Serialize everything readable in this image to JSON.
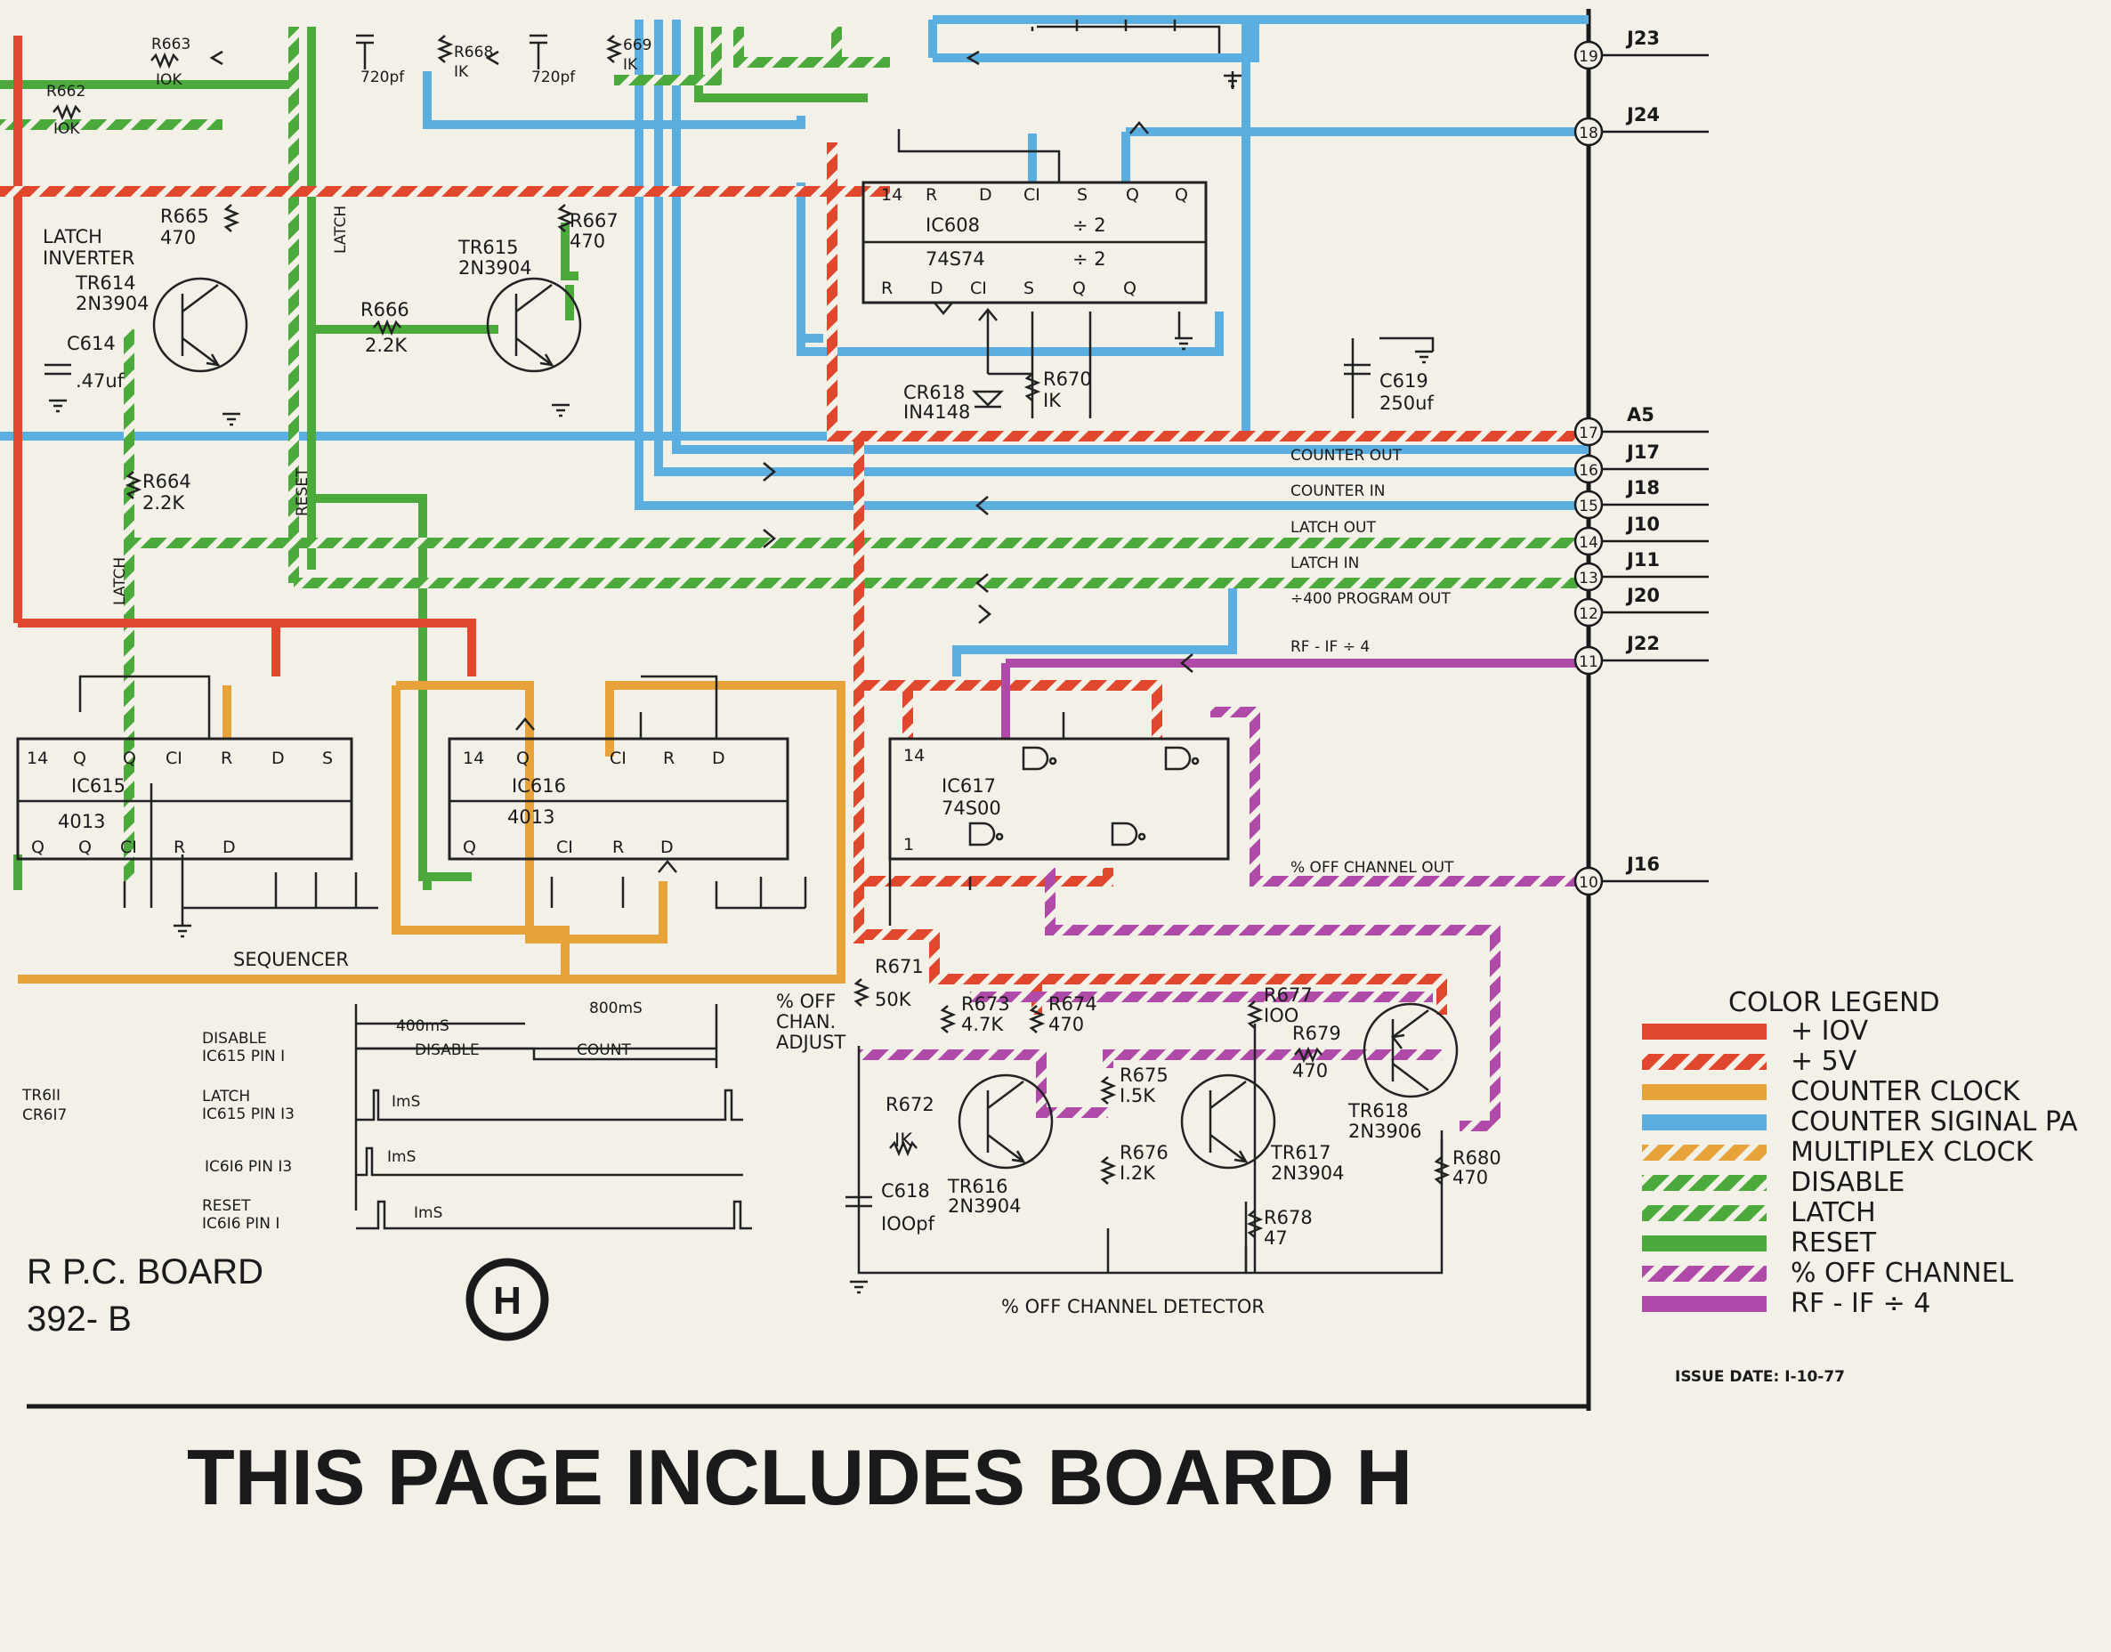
{
  "title_banner": "THIS PAGE INCLUDES BOARD H",
  "board": {
    "line1": "R P.C. BOARD",
    "line2": "392- B",
    "logo_letter": "H"
  },
  "issue_date": "ISSUE DATE: I-10-77",
  "colors": {
    "plus10v": "#e0472c",
    "plus5v": "#e0472c",
    "counter_clock": "#e8a23a",
    "counter_signal": "#5aaee0",
    "multiplex_clock": "#e8a23a",
    "disable": "#4caa3c",
    "latch": "#4caa3c",
    "reset": "#4caa3c",
    "off_channel": "#b04aa8",
    "rf_if": "#b04aa8",
    "ink": "#1a1a1a"
  },
  "legend": {
    "title": "COLOR LEGEND",
    "entries": [
      {
        "label": "+ IOV",
        "color": "#e0472c",
        "style": "solid"
      },
      {
        "label": "+ 5V",
        "color": "#e0472c",
        "style": "striped"
      },
      {
        "label": "COUNTER CLOCK",
        "color": "#e8a23a",
        "style": "solid"
      },
      {
        "label": "COUNTER SIGINAL PA",
        "color": "#5aaee0",
        "style": "solid"
      },
      {
        "label": "MULTIPLEX CLOCK",
        "color": "#e8a23a",
        "style": "striped"
      },
      {
        "label": "DISABLE",
        "color": "#4caa3c",
        "style": "striped"
      },
      {
        "label": "LATCH",
        "color": "#4caa3c",
        "style": "striped"
      },
      {
        "label": "RESET",
        "color": "#4caa3c",
        "style": "solid"
      },
      {
        "label": "% OFF CHANNEL",
        "color": "#b04aa8",
        "style": "striped"
      },
      {
        "label": "RF - IF ÷ 4",
        "color": "#b04aa8",
        "style": "solid"
      }
    ]
  },
  "connectors": [
    {
      "pin": "19",
      "name": "J23",
      "signal": ""
    },
    {
      "pin": "18",
      "name": "J24",
      "signal": ""
    },
    {
      "pin": "17",
      "name": "A5",
      "signal": ""
    },
    {
      "pin": "16",
      "name": "J17",
      "signal": "COUNTER OUT"
    },
    {
      "pin": "15",
      "name": "J18",
      "signal": "COUNTER IN"
    },
    {
      "pin": "14",
      "name": "J10",
      "signal": "LATCH OUT"
    },
    {
      "pin": "13",
      "name": "J11",
      "signal": "LATCH IN"
    },
    {
      "pin": "12",
      "name": "J20",
      "signal": "÷400 PROGRAM OUT"
    },
    {
      "pin": "11",
      "name": "J22",
      "signal": "RF - IF ÷ 4"
    },
    {
      "pin": "10",
      "name": "J16",
      "signal": "% OFF CHANNEL OUT"
    }
  ],
  "ics": {
    "ic608": {
      "ref": "IC608",
      "part": "74S74",
      "pin14": "14",
      "div1": "÷ 2",
      "div2": "÷ 2",
      "top_pins": [
        "R",
        "D",
        "CI",
        "S",
        "Q",
        "Q"
      ],
      "bottom_pins": [
        "R",
        "D",
        "CI",
        "S",
        "Q",
        "Q"
      ]
    },
    "ic615": {
      "ref": "IC615",
      "part": "4013",
      "top_pins": [
        "14",
        "Q",
        "Q",
        "CI",
        "R",
        "D",
        "S"
      ],
      "bottom_pins": [
        "Q",
        "Q",
        "CI",
        "R",
        "D"
      ]
    },
    "ic616": {
      "ref": "IC616",
      "part": "4013",
      "top_pins": [
        "14",
        "Q",
        "CI",
        "R",
        "D"
      ],
      "bottom_pins": [
        "Q",
        "CI",
        "R",
        "D"
      ]
    },
    "ic617": {
      "ref": "IC617",
      "part": "74S00",
      "pin14": "14",
      "pin1": "1"
    }
  },
  "components": {
    "r663": {
      "ref": "R663",
      "value": "IOK"
    },
    "r662": {
      "ref": "R662",
      "value": "IOK"
    },
    "c720a": {
      "value": "720pf"
    },
    "r668": {
      "ref": "R668",
      "value": "IK"
    },
    "c720b": {
      "value": "720pf"
    },
    "r669": {
      "ref": "669",
      "value": "IK"
    },
    "r665": {
      "ref": "R665",
      "value": "470"
    },
    "r667": {
      "ref": "R667",
      "value": "470"
    },
    "r666": {
      "ref": "R666",
      "value": "2.2K"
    },
    "r664": {
      "ref": "R664",
      "value": "2.2K"
    },
    "c614": {
      "ref": "C614",
      "value": ".47uf"
    },
    "tr614": {
      "ref": "TR614",
      "part": "2N3904"
    },
    "tr615": {
      "ref": "TR615",
      "part": "2N3904"
    },
    "latch_inverter": {
      "line1": "LATCH",
      "line2": "INVERTER"
    },
    "cr618": {
      "ref": "CR618",
      "part": "IN4148"
    },
    "r670": {
      "ref": "R670",
      "value": "IK"
    },
    "c619": {
      "ref": "C619",
      "value": "250uf"
    },
    "r671": {
      "ref": "R671",
      "value": "50K"
    },
    "off_adjust": {
      "line1": "% OFF",
      "line2": "CHAN.",
      "line3": "ADJUST"
    },
    "r672": {
      "ref": "R672",
      "value": "IK"
    },
    "r673": {
      "ref": "R673",
      "value": "4.7K"
    },
    "r674": {
      "ref": "R674",
      "value": "470"
    },
    "r675": {
      "ref": "R675",
      "value": "I.5K"
    },
    "r676": {
      "ref": "R676",
      "value": "I.2K"
    },
    "r677": {
      "ref": "R677",
      "value": "IOO"
    },
    "r678": {
      "ref": "R678",
      "value": "47"
    },
    "r679": {
      "ref": "R679",
      "value": "470"
    },
    "r680": {
      "ref": "R680",
      "value": "470"
    },
    "c618": {
      "ref": "C618",
      "value": "IOOpf"
    },
    "tr616": {
      "ref": "TR616",
      "part": "2N3904"
    },
    "tr617": {
      "ref": "TR617",
      "part": "2N3904"
    },
    "tr618": {
      "ref": "TR618",
      "part": "2N3906"
    },
    "tr611": {
      "ref": "TR6II",
      "sub": "CR6I7"
    }
  },
  "wire_labels": {
    "latch_v": "LATCH",
    "reset_v": "RESET",
    "latch_v2": "LATCH"
  },
  "section_labels": {
    "sequencer": "SEQUENCER",
    "detector": "% OFF CHANNEL DETECTOR"
  },
  "timing": {
    "t400": "400mS",
    "t800": "800mS",
    "disable_seg": "DISABLE",
    "count_seg": "COUNT",
    "rows": [
      {
        "line1": "DISABLE",
        "line2": "IC615 PIN I"
      },
      {
        "line1": "LATCH",
        "line2": "IC615 PIN I3"
      },
      {
        "line1": "IC6I6  PIN I3",
        "line2": ""
      },
      {
        "line1": "RESET",
        "line2": "IC6I6   PIN I"
      }
    ],
    "pulse": "ImS"
  }
}
